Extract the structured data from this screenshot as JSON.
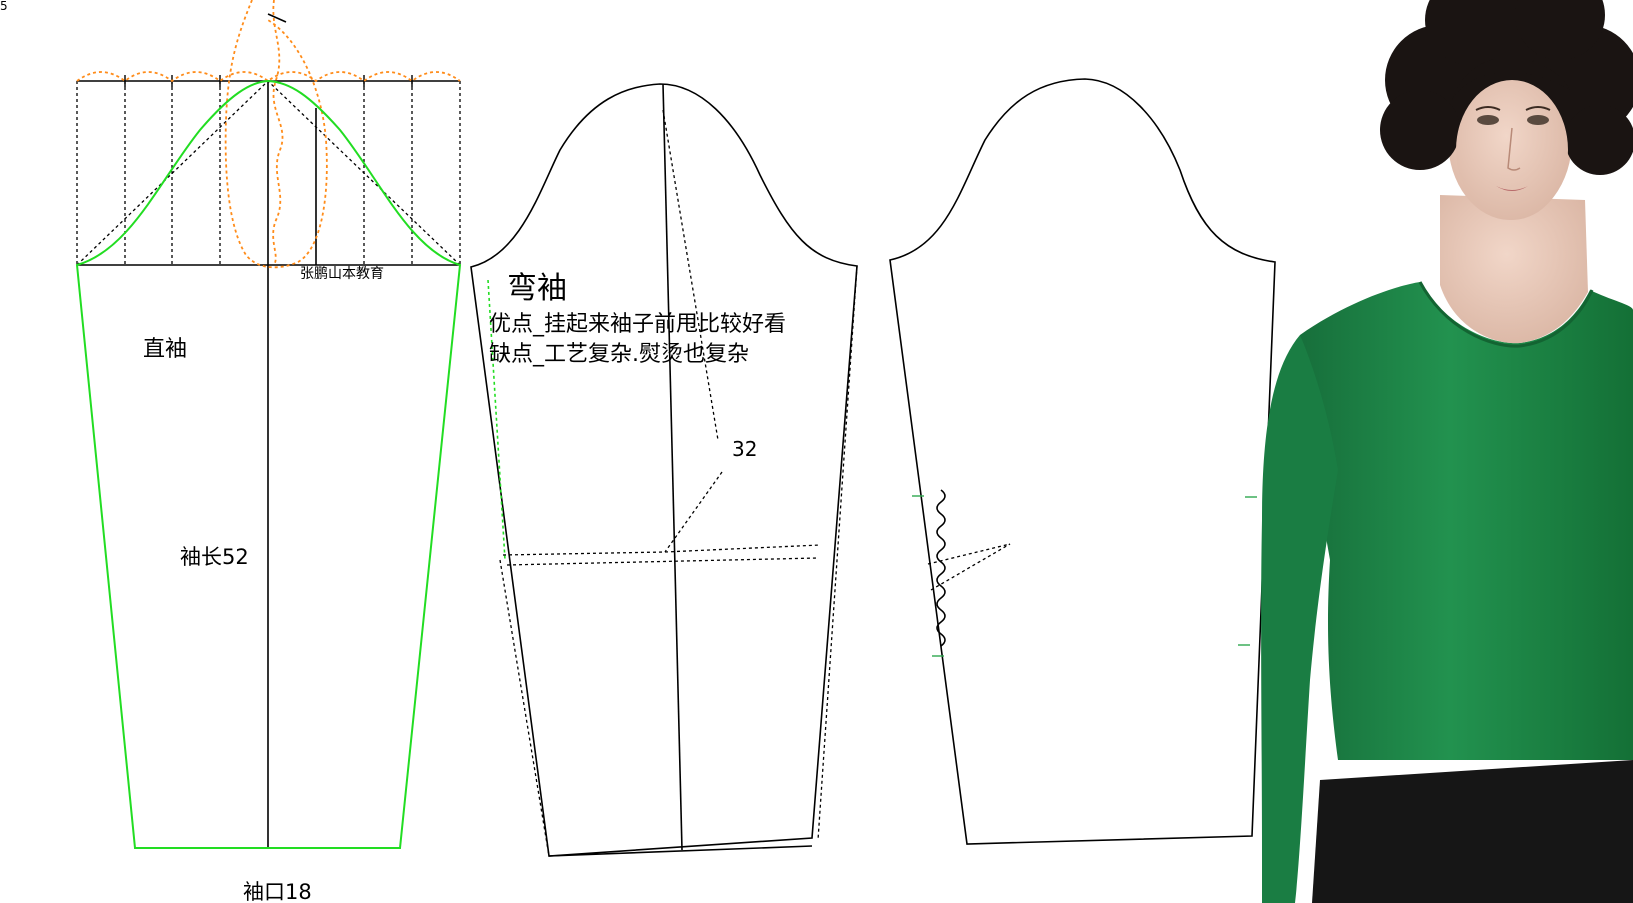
{
  "corner_mark": "5",
  "straight_sleeve": {
    "title": "直袖",
    "length_label": "袖长52",
    "cuff_label": "袖口18",
    "watermark": "张鹏山本教育"
  },
  "curved_sleeve": {
    "title": "弯袖",
    "pros": "优点_挂起来袖子前甩比较好看",
    "cons": "缺点_工艺复杂.熨烫也复杂",
    "dimension": "32"
  },
  "colors": {
    "pattern_line": "#000000",
    "sleeve_outline": "#22dd22",
    "cap_guide": "#ff8c1a",
    "shirt_green": "#1f8a4c",
    "ease_mark": "#2fa84f"
  },
  "model": {
    "description_icon": "female-model-icon"
  }
}
